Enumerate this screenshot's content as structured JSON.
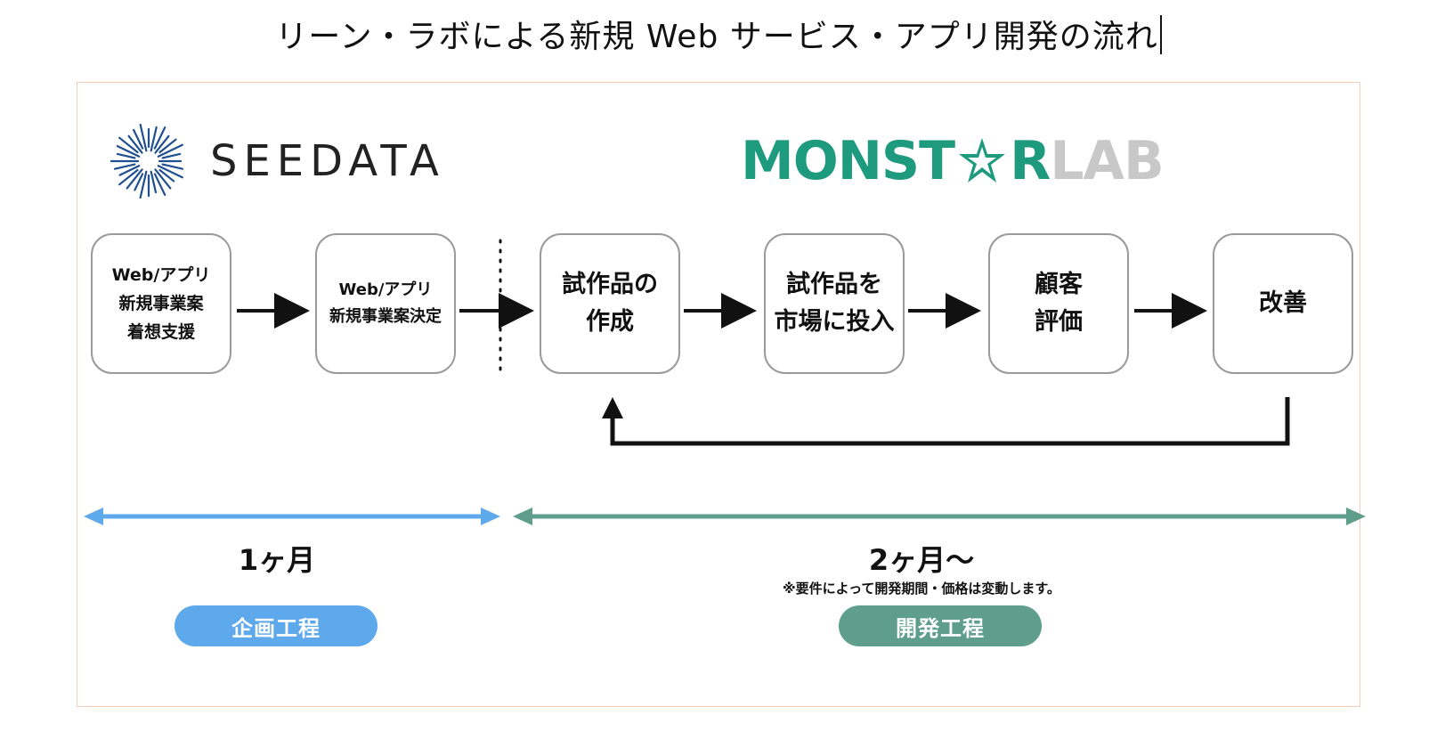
{
  "title": "リーン・ラボによる新規 Web サービス・アプリ開発の流れ",
  "logos": {
    "seedata": "SEEDATA",
    "monstarlab_main": "MONST",
    "monstarlab_r": "R",
    "monstarlab_lab": "LAB"
  },
  "colors": {
    "frame_border": "#f4cdb6",
    "planning_blue": "#5ea8ec",
    "development_green": "#5e9e8b",
    "seedata_navy": "#1f4f8f",
    "monstarlab_teal": "#1e9a7f",
    "monstarlab_gray": "#c8c8c8"
  },
  "steps": [
    {
      "lines": [
        "Web/アプリ",
        "新規事業案",
        "着想支援"
      ]
    },
    {
      "lines": [
        "Web/アプリ",
        "新規事業案決定"
      ]
    },
    {
      "lines": [
        "試作品の",
        "作成"
      ]
    },
    {
      "lines": [
        "試作品を",
        "市場に投入"
      ]
    },
    {
      "lines": [
        "顧客",
        "評価"
      ]
    },
    {
      "lines": [
        "改善"
      ]
    }
  ],
  "phases": {
    "planning": {
      "duration": "1ヶ月",
      "label": "企画工程"
    },
    "development": {
      "duration": "2ヶ月〜",
      "note": "※要件によって開発期間・価格は変動します。",
      "label": "開発工程"
    }
  }
}
